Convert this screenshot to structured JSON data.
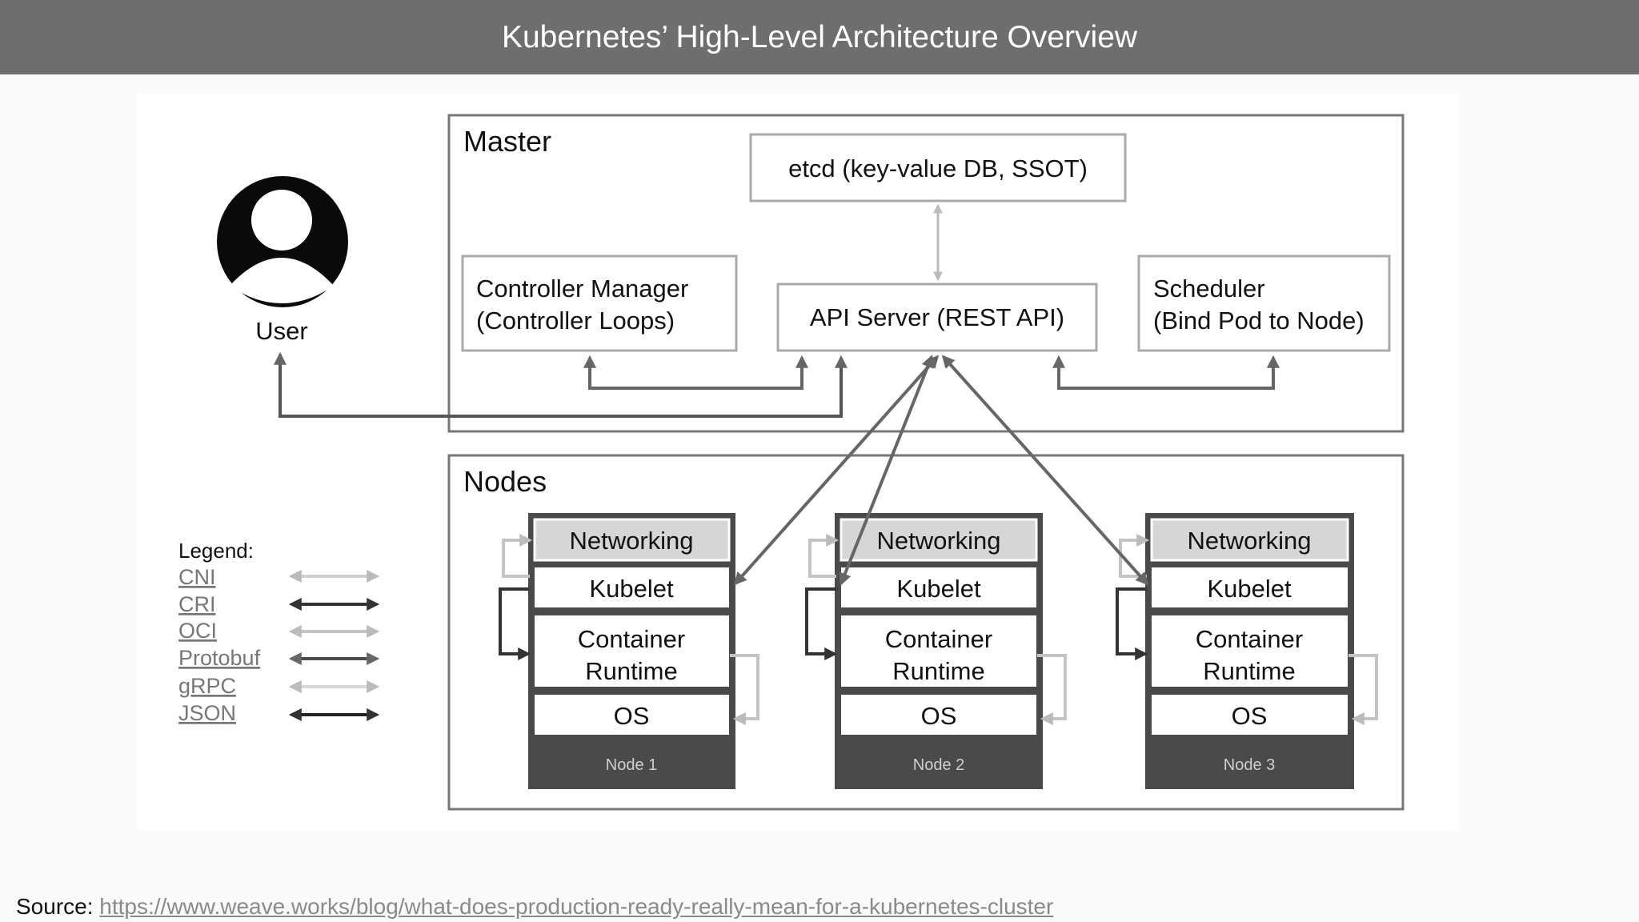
{
  "header": {
    "title": "Kubernetes’ High-Level Architecture Overview"
  },
  "user": {
    "label": "User"
  },
  "master": {
    "label": "Master",
    "etcd": "etcd (key-value DB, SSOT)",
    "controller_manager": [
      "Controller Manager",
      "(Controller Loops)"
    ],
    "api_server": "API Server (REST API)",
    "scheduler": [
      "Scheduler",
      "(Bind Pod to Node)"
    ]
  },
  "nodes": {
    "label": "Nodes",
    "items": [
      {
        "name": "Node 1"
      },
      {
        "name": "Node 2"
      },
      {
        "name": "Node 3"
      }
    ],
    "layers": {
      "networking": "Networking",
      "kubelet": "Kubelet",
      "runtime": [
        "Container",
        "Runtime"
      ],
      "os": "OS"
    }
  },
  "legend": {
    "title": "Legend:",
    "items": [
      {
        "label": "CNI",
        "color": "#cfcfcf"
      },
      {
        "label": "CRI",
        "color": "#333333"
      },
      {
        "label": "OCI",
        "color": "#c4c4c4"
      },
      {
        "label": "Protobuf",
        "color": "#4a4a4a"
      },
      {
        "label": "gRPC",
        "color": "#d8d8d8"
      },
      {
        "label": "JSON",
        "color": "#222222"
      }
    ]
  },
  "footer": {
    "source_label": "Source:",
    "source_url": "https://www.weave.works/blog/what-does-production-ready-really-mean-for-a-kubernetes-cluster"
  },
  "colors": {
    "title_bar": "#6e6e6e",
    "node_frame": "#4a4a4a",
    "networking_fill": "#d6d6d6",
    "arrow": "#6a6a6a"
  }
}
